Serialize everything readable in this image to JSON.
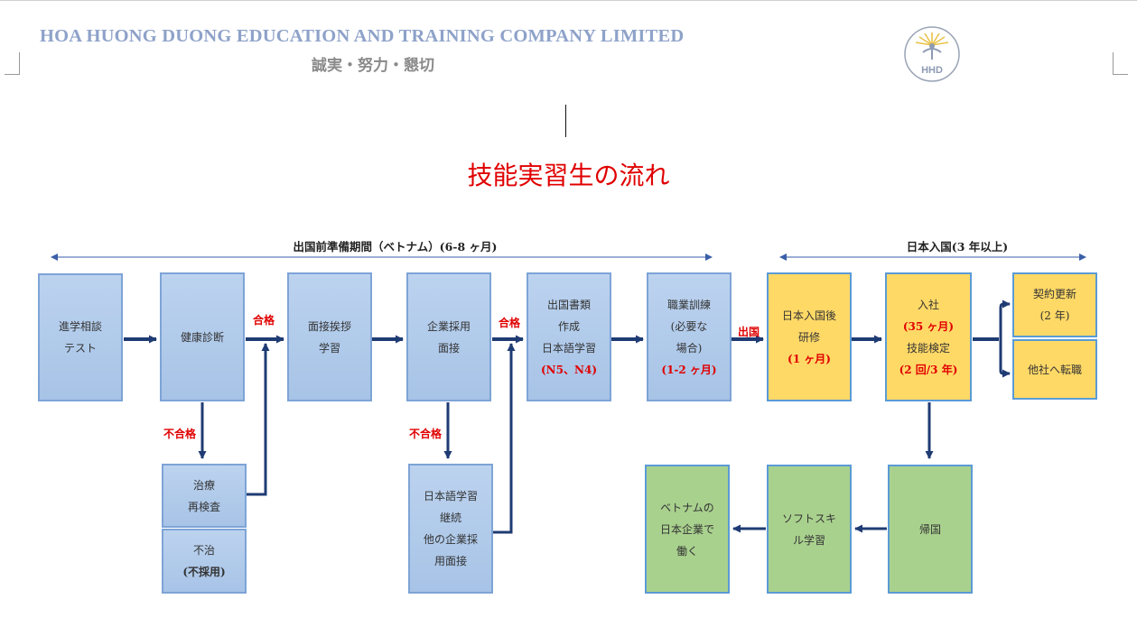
{
  "header": {
    "company": "HOA HUONG DUONG EDUCATION AND TRAINING COMPANY LIMITED",
    "motto": "誠実・努力・懇切",
    "logo_text": "HHD"
  },
  "title": "技能実習生の流れ",
  "phases": {
    "pre": "出国前準備期間（ベトナム）(6-8 ヶ月)",
    "post": "日本入国(3 年以上)"
  },
  "boxes": {
    "consult": [
      "進学相談",
      "テスト"
    ],
    "health": [
      "健康診断"
    ],
    "interview_prep": [
      "面接挨拶",
      "学習"
    ],
    "company_interview": [
      "企業採用",
      "面接"
    ],
    "docs": [
      "出国書類",
      "作成",
      "日本語学習",
      "(N5、N4)"
    ],
    "vocational": [
      "職業訓練",
      "(必要な",
      "場合)",
      "(1-2 ヶ月)"
    ],
    "training_jp": [
      "日本入国後",
      "研修",
      "(1 ヶ月)"
    ],
    "join": [
      "入社",
      "(35 ヶ月)",
      "技能検定",
      "(2 回/3 年)"
    ],
    "renew": [
      "契約更新",
      "(2 年)"
    ],
    "transfer": [
      "他社へ転職"
    ],
    "treatment": [
      "治療",
      "再検査"
    ],
    "not_cured": [
      "不治",
      "(不採用)"
    ],
    "jp_continue": [
      "日本語学習",
      "継続",
      "他の企業採",
      "用面接"
    ],
    "return": [
      "帰国"
    ],
    "soft_skill": [
      "ソフトスキ",
      "ル学習"
    ],
    "work_vn": [
      "ベトナムの",
      "日本企業で",
      "働く"
    ]
  },
  "labels": {
    "pass": "合格",
    "fail": "不合格",
    "depart": "出国"
  },
  "colors": {
    "title": "#e00000",
    "company": "#8ea2c9",
    "blue_box": "#a7c3e6",
    "yellow_box": "#ffd966",
    "green_box": "#a9d18e",
    "arrow": "#1f3b73"
  }
}
